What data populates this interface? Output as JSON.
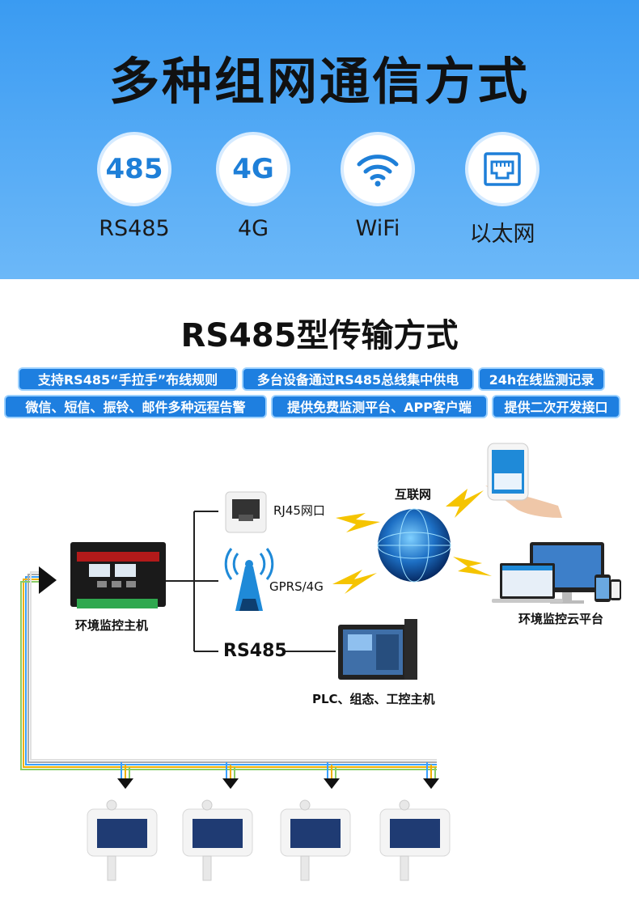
{
  "hero": {
    "title": "多种组网通信方式",
    "options": [
      {
        "code": "485",
        "label": "RS485"
      },
      {
        "code": "4G",
        "label": "4G"
      },
      {
        "icon": "wifi-icon",
        "label": "WiFi"
      },
      {
        "icon": "ethernet-icon",
        "label": "以太网"
      }
    ]
  },
  "section": {
    "title": "RS485型传输方式",
    "features": [
      "支持RS485“手拉手”布线规则",
      "多台设备通过RS485总线集中供电",
      "24h在线监测记录",
      "微信、短信、振铃、邮件多种远程告警",
      "提供免费监测平台、APP客户端",
      "提供二次开发接口"
    ]
  },
  "diagram": {
    "host_label": "环境监控主机",
    "rj45_label": "RJ45网口",
    "gprs_label": "GPRS/4G",
    "rs485_label": "RS485",
    "internet_label": "互联网",
    "cloud_label": "环境监控云平台",
    "plc_label": "PLC、组态、工控主机",
    "sensor_count": 4
  },
  "colors": {
    "hero_top": "#3a9bf2",
    "hero_bottom": "#6cb8f8",
    "badge_bg": "#1e7fe0",
    "accent_blue": "#1e7fd8",
    "lightning": "#f5c400"
  }
}
